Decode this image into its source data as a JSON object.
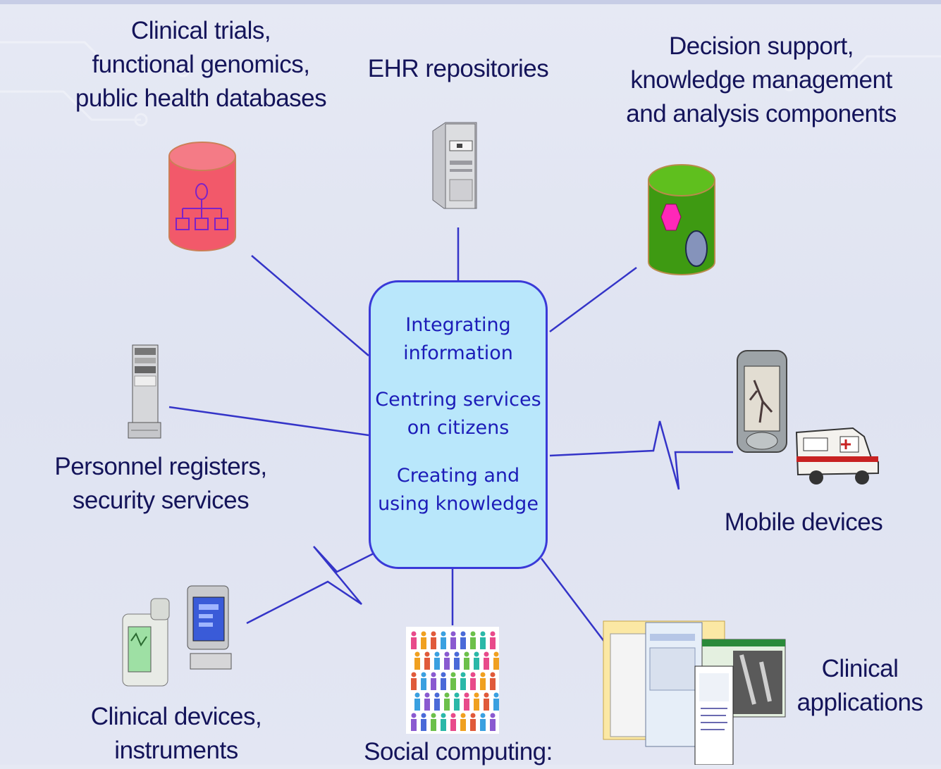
{
  "hub": {
    "lines": [
      [
        "Integrating",
        "information"
      ],
      [
        "Centring services",
        "on citizens"
      ],
      [
        "Creating and",
        "using knowledge"
      ]
    ]
  },
  "nodes": {
    "clinical_trials": [
      "Clinical trials,",
      "functional genomics,",
      "public health databases"
    ],
    "ehr": [
      "EHR repositories"
    ],
    "decision_support": [
      "Decision support,",
      "knowledge management",
      "and analysis components"
    ],
    "personnel": [
      "Personnel registers,",
      "security services"
    ],
    "mobile": [
      "Mobile devices"
    ],
    "clinical_devices": [
      "Clinical devices,",
      "instruments"
    ],
    "social": [
      "Social computing:"
    ],
    "clinical_apps": [
      "Clinical",
      "applications"
    ]
  },
  "colors": {
    "connector": "#3434c8",
    "hub_fill": "#b9e7fb",
    "hub_border": "#3a3ad8",
    "label_text": "#14145a",
    "hub_text": "#1c1cb8",
    "red_db": "#f2596a",
    "green_db": "#3e9a12"
  },
  "icons": {
    "clinical_trials": "red-database-icon",
    "ehr": "server-tower-icon",
    "decision_support": "green-database-icon",
    "personnel": "server-rack-icon",
    "mobile": "pda-ambulance-icon",
    "clinical_devices": "medical-device-icon",
    "social": "people-crowd-icon",
    "clinical_apps": "application-windows-icon"
  }
}
